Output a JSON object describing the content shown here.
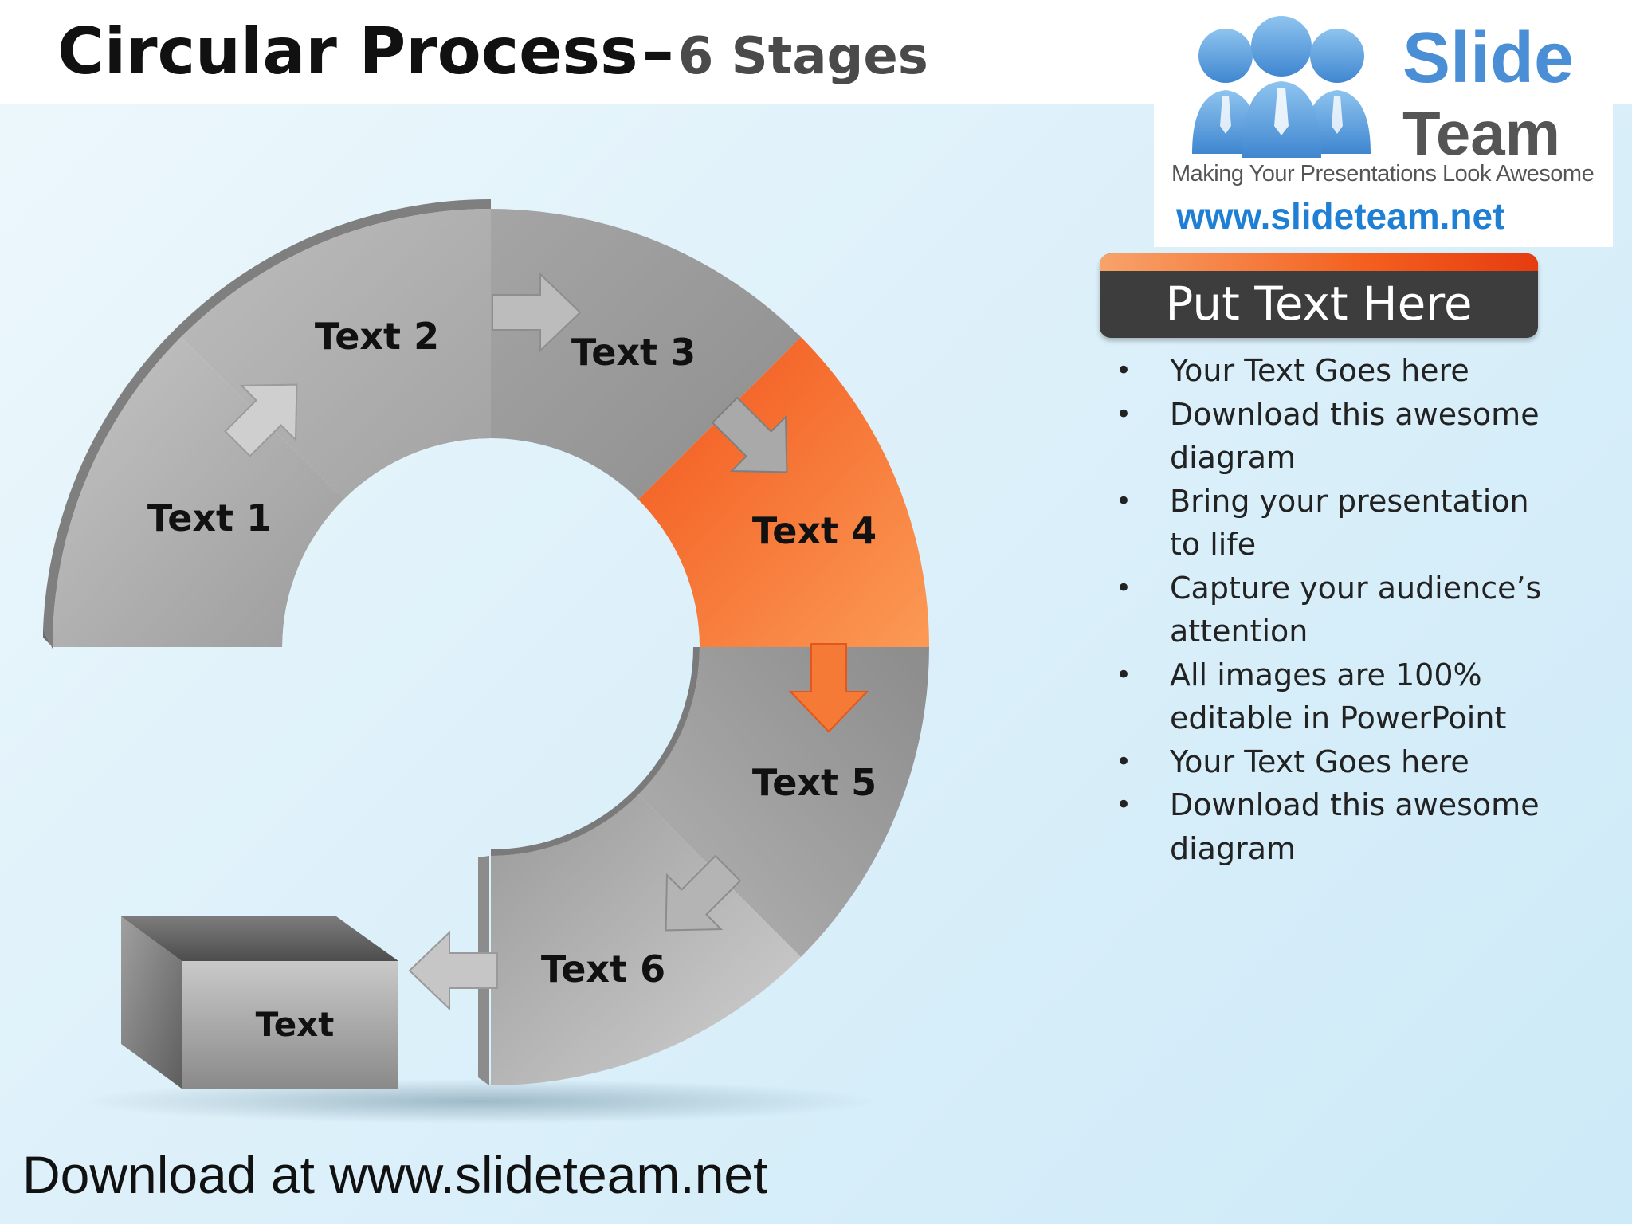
{
  "title": {
    "main": "Circular Process",
    "dash": "–",
    "sub": "6 Stages"
  },
  "logo": {
    "word1": "Slide",
    "word2": "Team",
    "tagline": "Making Your Presentations Look Awesome",
    "url": "www.slideteam.net"
  },
  "diagram": {
    "stages": [
      "Text 1",
      "Text 2",
      "Text 3",
      "Text 4",
      "Text 5",
      "Text 6"
    ],
    "highlighted_stage": "Text 4",
    "box_label": "Text",
    "colors": {
      "segment": "#a9a9a9",
      "highlight": "#f4601f",
      "arrow": "#c8c8c8"
    }
  },
  "panel": {
    "header": "Put Text Here",
    "accent_color": "#f4601f",
    "bullets": [
      "Your Text Goes here",
      "Download this awesome diagram",
      "Bring your presentation to life",
      "Capture your audience’s attention",
      "All images are 100% editable in PowerPoint",
      "Your Text Goes here",
      "Download this awesome diagram"
    ]
  },
  "footer": "Download at www.slideteam.net"
}
